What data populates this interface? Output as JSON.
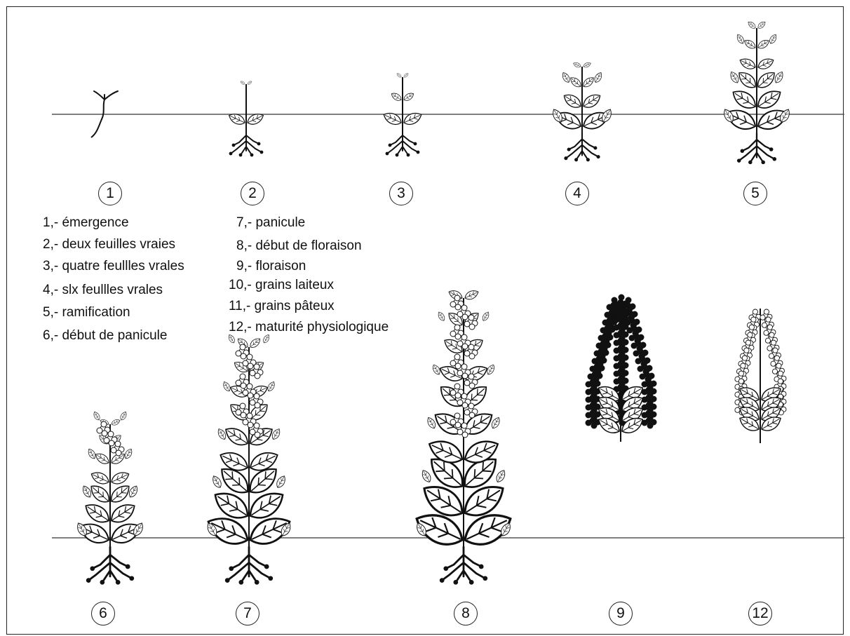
{
  "stage_numbers": [
    "1",
    "2",
    "3",
    "4",
    "5",
    "6",
    "7",
    "8",
    "9",
    "12"
  ],
  "legend_left": [
    "1,- émergence",
    "2,- deux feuilles vraies",
    "3,- quatre feullles vrales",
    "4,- slx feullles vrales",
    "5,- ramification",
    "6,- début de panicule"
  ],
  "legend_right": [
    "7,- panicule",
    "8,- début de floraison",
    "9,- floraison",
    "10,- grains laiteux",
    "11,- grains pâteux",
    "12,- maturité physiologique"
  ],
  "colors": {
    "ink": "#111111",
    "ground_line": "#555555",
    "background": "#ffffff"
  }
}
